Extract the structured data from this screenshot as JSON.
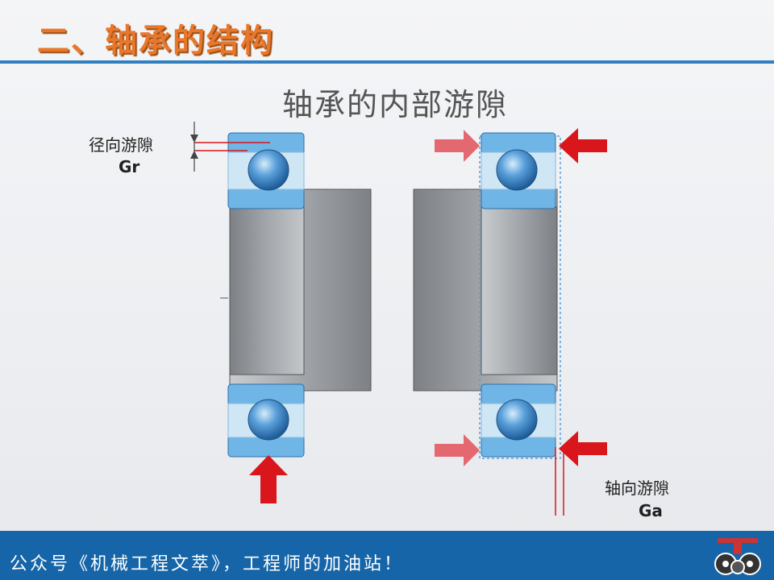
{
  "slide": {
    "title": "二、轴承的结构",
    "footer_text": "公众号《机械工程文萃》，工程师的加油站！"
  },
  "diagram": {
    "heading": "轴承的内部游隙",
    "radial_label": "径向游隙",
    "radial_symbol": "Gr",
    "axial_label": "轴向游隙",
    "axial_symbol": "Ga",
    "colors": {
      "race": "#6fb6e6",
      "race_inner_shade": "#cfe6f5",
      "ball": "#3f86c9",
      "shaft": "#9fa3a7",
      "arrow": "#d9161c",
      "accent_rule": "#2f7fc1",
      "title_orange": "#e8772c",
      "footer": "#1565a8"
    }
  }
}
